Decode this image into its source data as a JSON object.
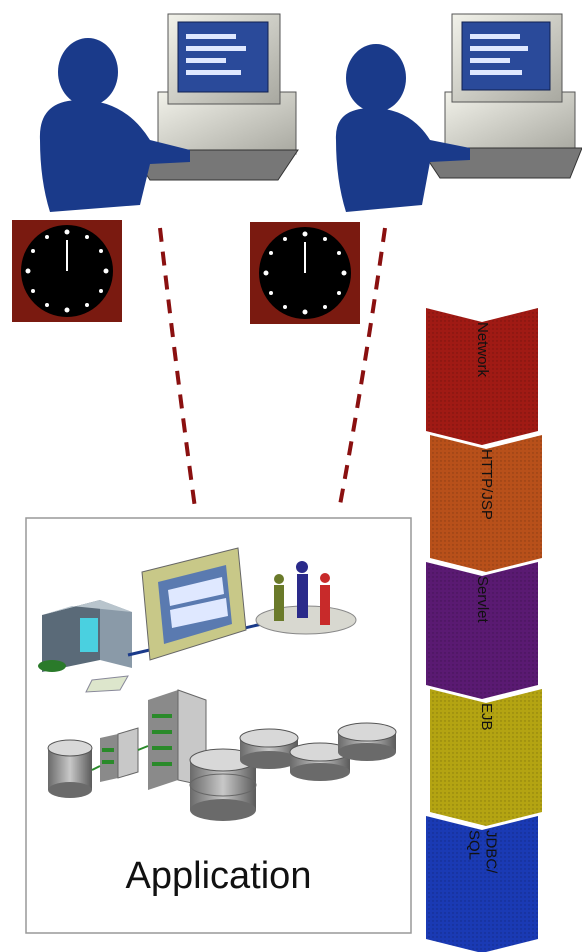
{
  "application": {
    "label": "Application"
  },
  "layers": [
    {
      "label": "Network",
      "color": "#a01a14"
    },
    {
      "label": "HTTP/JSP",
      "color": "#b8501a"
    },
    {
      "label": "Servlet",
      "color": "#5a1a72"
    },
    {
      "label": "EJB",
      "color": "#b4a412"
    },
    {
      "label": "JDBC/\nSQL",
      "color": "#1a3ab4"
    }
  ],
  "colors": {
    "user": "#1a3a8a",
    "monitor_screen": "#2a4a9a",
    "dashed_link": "#8a1010",
    "clock_bg": "#7a1a10"
  },
  "icons": [
    "user-icon",
    "computer-icon",
    "clock-icon",
    "server-icon",
    "database-icon",
    "people-icon"
  ]
}
